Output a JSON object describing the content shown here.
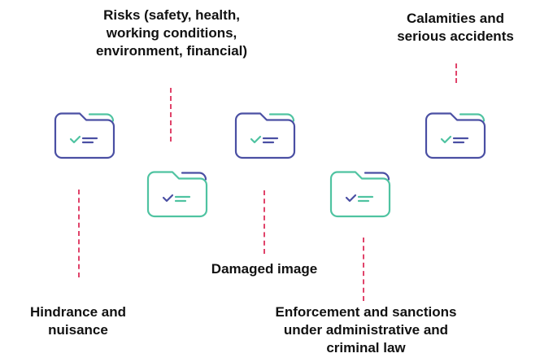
{
  "labels": {
    "risks": "Risks (safety, health,\nworking conditions,\nenvironment, financial)",
    "calamities": "Calamities and\nserious accidents",
    "damaged_image": "Damaged image",
    "hindrance": "Hindrance and\nnuisance",
    "enforcement": "Enforcement and sanctions\nunder administrative and\ncriminal law"
  },
  "colors": {
    "purple": "#4a4fa3",
    "green": "#4fc3a1",
    "dash": "#e0436a"
  },
  "icons": [
    "folder-check-icon"
  ]
}
